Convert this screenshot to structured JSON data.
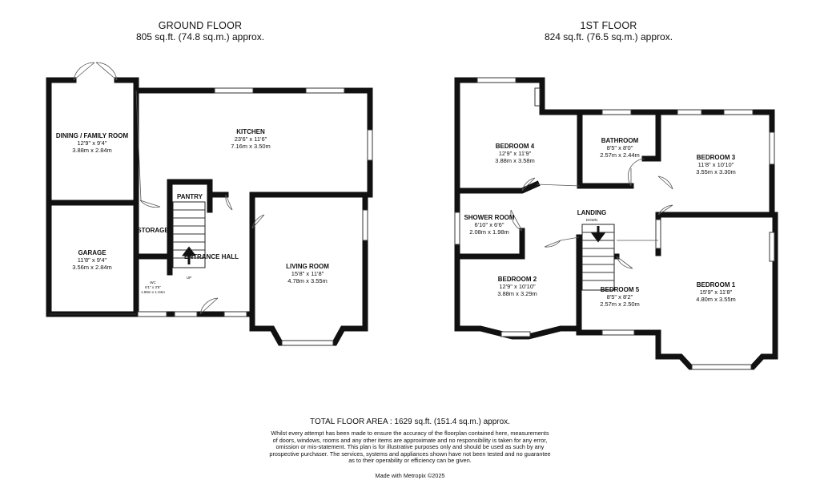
{
  "ground_floor": {
    "title": "GROUND FLOOR",
    "area": "805 sq.ft. (74.8 sq.m.) approx.",
    "rooms": {
      "dining": {
        "name": "DINING / FAMILY ROOM",
        "imperial": "12'9\" x 9'4\"",
        "metric": "3.88m x 2.84m"
      },
      "kitchen": {
        "name": "KITCHEN",
        "imperial": "23'6\" x 11'6\"",
        "metric": "7.16m x 3.50m"
      },
      "pantry": {
        "name": "PANTRY"
      },
      "storage": {
        "name": "STORAGE"
      },
      "garage": {
        "name": "GARAGE",
        "imperial": "11'8\" x 9'4\"",
        "metric": "3.56m x 2.84m"
      },
      "entrance": {
        "name": "ENTRANCE HALL",
        "up": "UP"
      },
      "wc": {
        "name": "WC",
        "imperial": "6'1\" x 3'5\"",
        "metric": "1.85m x 1.04m"
      },
      "living": {
        "name": "LIVING ROOM",
        "imperial": "15'8\" x 11'8\"",
        "metric": "4.78m x 3.55m"
      }
    }
  },
  "first_floor": {
    "title": "1ST FLOOR",
    "area": "824 sq.ft. (76.5 sq.m.) approx.",
    "rooms": {
      "bedroom4": {
        "name": "BEDROOM 4",
        "imperial": "12'9\" x 11'9\"",
        "metric": "3.88m x 3.58m"
      },
      "bathroom": {
        "name": "BATHROOM",
        "imperial": "8'5\" x 8'0\"",
        "metric": "2.57m x 2.44m"
      },
      "bedroom3": {
        "name": "BEDROOM 3",
        "imperial": "11'8\" x 10'10\"",
        "metric": "3.55m x 3.30m"
      },
      "shower": {
        "name": "SHOWER ROOM",
        "imperial": "6'10\" x 6'6\"",
        "metric": "2.08m x 1.98m"
      },
      "landing": {
        "name": "LANDING",
        "down": "DOWN"
      },
      "bedroom2": {
        "name": "BEDROOM 2",
        "imperial": "12'9\" x 10'10\"",
        "metric": "3.88m x 3.29m"
      },
      "bedroom5": {
        "name": "BEDROOM 5",
        "imperial": "8'5\" x 8'2\"",
        "metric": "2.57m x 2.50m"
      },
      "bedroom1": {
        "name": "BEDROOM 1",
        "imperial": "15'9\" x 11'8\"",
        "metric": "4.80m x 3.55m"
      }
    }
  },
  "total_area": "TOTAL FLOOR AREA : 1629 sq.ft. (151.4 sq.m.) approx.",
  "disclaimer": [
    "Whilst every attempt has been made to ensure the accuracy of the floorplan contained here, measurements",
    "of doors, windows, rooms and any other items are approximate and no responsibility is taken for any error,",
    "omission or mis-statement. This plan is for illustrative purposes only and should be used as such by any",
    "prospective purchaser. The services, systems and appliances shown have not been tested and no guarantee",
    "as to their operability or efficiency can be given."
  ],
  "credit": "Made with Metropix ©2025"
}
